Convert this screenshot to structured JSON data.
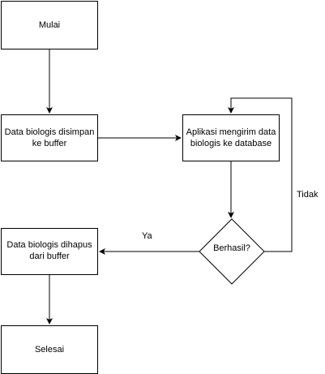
{
  "flowchart": {
    "start": "Mulai",
    "store_buffer": "Data biologis disimpan ke buffer",
    "send_database": "Aplikasi mengirim data biologis ke database",
    "decision": "Berhasil?",
    "delete_buffer": "Data biologis dihapus dari buffer",
    "end": "Selesai",
    "yes_label": "Ya",
    "no_label": "Tidak"
  },
  "colors": {
    "stroke": "#000000",
    "fill": "#ffffff"
  }
}
